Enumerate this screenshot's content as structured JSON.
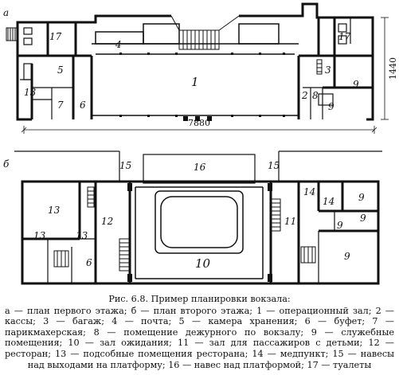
{
  "plans": {
    "a": {
      "letter": "а",
      "room_numbers": [
        "17",
        "4",
        "1",
        "17",
        "5",
        "3",
        "13",
        "7",
        "6",
        "9",
        "2",
        "8",
        "9"
      ],
      "dim_width": "7880",
      "dim_height": "1440"
    },
    "b": {
      "letter": "б",
      "room_numbers": [
        "15",
        "16",
        "15",
        "13",
        "12",
        "13",
        "13",
        "6",
        "10",
        "11",
        "14",
        "14",
        "9",
        "9",
        "9",
        "9"
      ]
    }
  },
  "caption": {
    "title": "Рис. 6.8. Пример планировки вокзала:",
    "legend": "а — план первого этажа; б — план второго этажа; 1 — операционный зал; 2 — кассы; 3 — багаж; 4 — почта; 5 — камера хранения; 6 — буфет; 7 — парикмахерская; 8 — помещение дежурного по вокзалу; 9 — служебные помещения; 10 — зал ожидания; 11 — зал для пассажиров с детьми; 12 — ресторан; 13 — подсобные помещения ресторана; 14 — медпункт; 15 — навесы над выходами на платформу; 16 — навес над платформой; 17 — туалеты"
  }
}
